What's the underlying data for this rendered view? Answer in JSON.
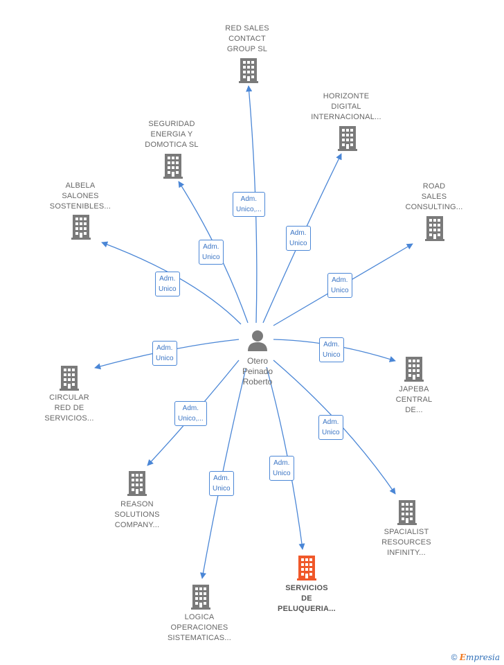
{
  "center": {
    "name": "Otero\nPeinado\nRoberto",
    "icon": "person-icon"
  },
  "companies": [
    {
      "id": "red-sales",
      "label": "RED SALES\nCONTACT\nGROUP  SL",
      "role": "Adm.\nUnico,...",
      "highlight": false
    },
    {
      "id": "horizonte",
      "label": "HORIZONTE\nDIGITAL\nINTERNACIONAL...",
      "role": "Adm.\nUnico",
      "highlight": false
    },
    {
      "id": "seguridad",
      "label": "SEGURIDAD\nENERGIA Y\nDOMOTICA  SL",
      "role": "Adm.\nUnico",
      "highlight": false
    },
    {
      "id": "albela",
      "label": "ALBELA\nSALONES\nSOSTENIBLES...",
      "role": "Adm.\nUnico",
      "highlight": false
    },
    {
      "id": "road-sales",
      "label": "ROAD\nSALES\nCONSULTING...",
      "role": "Adm.\nUnico",
      "highlight": false
    },
    {
      "id": "circular",
      "label": "CIRCULAR\nRED DE\nSERVICIOS...",
      "role": "Adm.\nUnico",
      "highlight": false
    },
    {
      "id": "japeba",
      "label": "JAPEBA\nCENTRAL\nDE...",
      "role": "Adm.\nUnico",
      "highlight": false
    },
    {
      "id": "reason",
      "label": "REASON\nSOLUTIONS\nCOMPANY...",
      "role": "Adm.\nUnico,...",
      "highlight": false
    },
    {
      "id": "spacialist",
      "label": "SPACIALIST\nRESOURCES\nINFINITY...",
      "role": "Adm.\nUnico",
      "highlight": false
    },
    {
      "id": "servicios",
      "label": "SERVICIOS\nDE\nPELUQUERIA...",
      "role": "Adm.\nUnico",
      "highlight": true
    },
    {
      "id": "logica",
      "label": "LOGICA\nOPERACIONES\nSISTEMATICAS...",
      "role": "Adm.\nUnico",
      "highlight": false
    }
  ],
  "colors": {
    "edge": "#4a86d6",
    "building": "#7a7a7a",
    "highlight_building": "#f0582a",
    "text": "#666666"
  },
  "footer": {
    "copyright": "©",
    "brand_e": "E",
    "brand_rest": "mpresia"
  }
}
